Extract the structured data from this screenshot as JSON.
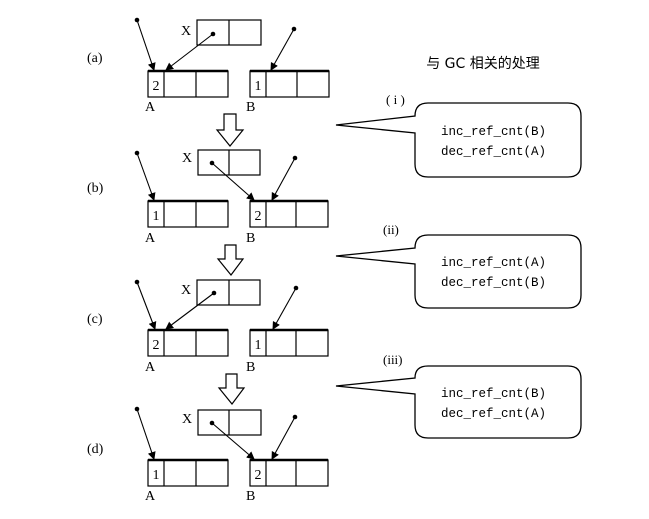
{
  "title": "与 GC 相关的处理",
  "node_labels": {
    "x": "X",
    "a": "A",
    "b": "B"
  },
  "stages": [
    {
      "label": "(a)",
      "count_a": "2",
      "count_b": "1",
      "x_points_to": "A"
    },
    {
      "label": "(b)",
      "count_a": "1",
      "count_b": "2",
      "x_points_to": "B"
    },
    {
      "label": "(c)",
      "count_a": "2",
      "count_b": "1",
      "x_points_to": "A"
    },
    {
      "label": "(d)",
      "count_a": "1",
      "count_b": "2",
      "x_points_to": "B"
    }
  ],
  "callouts": [
    {
      "label": "( i )",
      "lines": [
        "inc_ref_cnt(B)",
        "dec_ref_cnt(A)"
      ]
    },
    {
      "label": "(ii)",
      "lines": [
        "inc_ref_cnt(A)",
        "dec_ref_cnt(B)"
      ]
    },
    {
      "label": "(iii)",
      "lines": [
        "inc_ref_cnt(B)",
        "dec_ref_cnt(A)"
      ]
    }
  ]
}
